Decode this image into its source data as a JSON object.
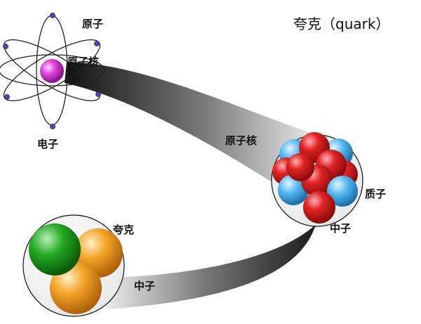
{
  "title": "夸克（quark）",
  "labels": {
    "atom": "原子",
    "atom_nucleus_small": "原子核",
    "electron": "电子",
    "nucleus": "原子核",
    "proton": "质子",
    "neutron_right": "中子",
    "quark": "夸克",
    "neutron_left": "中子"
  },
  "colors": {
    "nucleus_core": "#cc33cc",
    "proton": "#dd2222",
    "neutron_particle": "#44aaee",
    "quark_green": "#22aa22",
    "quark_orange": "#f0a020",
    "electron": "#4444aa"
  }
}
